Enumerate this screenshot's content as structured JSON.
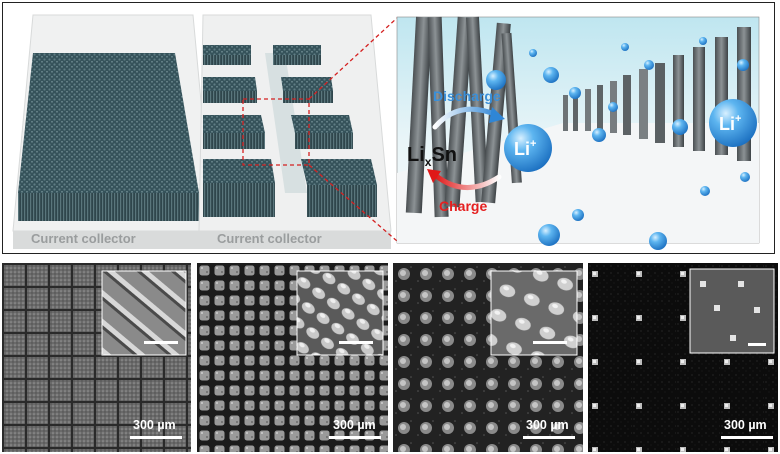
{
  "schematic": {
    "left_block_label": "Current collector",
    "right_block_label": "Current collector",
    "discharge_label": "Discharge",
    "charge_label": "Charge",
    "alloy_main": "Li",
    "alloy_sub": "x",
    "alloy_tail": "Sn",
    "ion_main": "Li",
    "ion_sup": "+"
  },
  "sem_panels": [
    {
      "pattern": "square-grid",
      "scale_label": "300 µm"
    },
    {
      "pattern": "dense-pillar-array",
      "scale_label": "300 µm"
    },
    {
      "pattern": "pillar-array",
      "scale_label": "300 µm"
    },
    {
      "pattern": "sparse-pillar-array",
      "scale_label": "300 µm"
    }
  ],
  "colors": {
    "nanowire": "#3d5a60",
    "discharge": "#3a8fd8",
    "charge": "#e52020",
    "zoom_box": "#d42020",
    "ion": "#3b9fe8"
  }
}
